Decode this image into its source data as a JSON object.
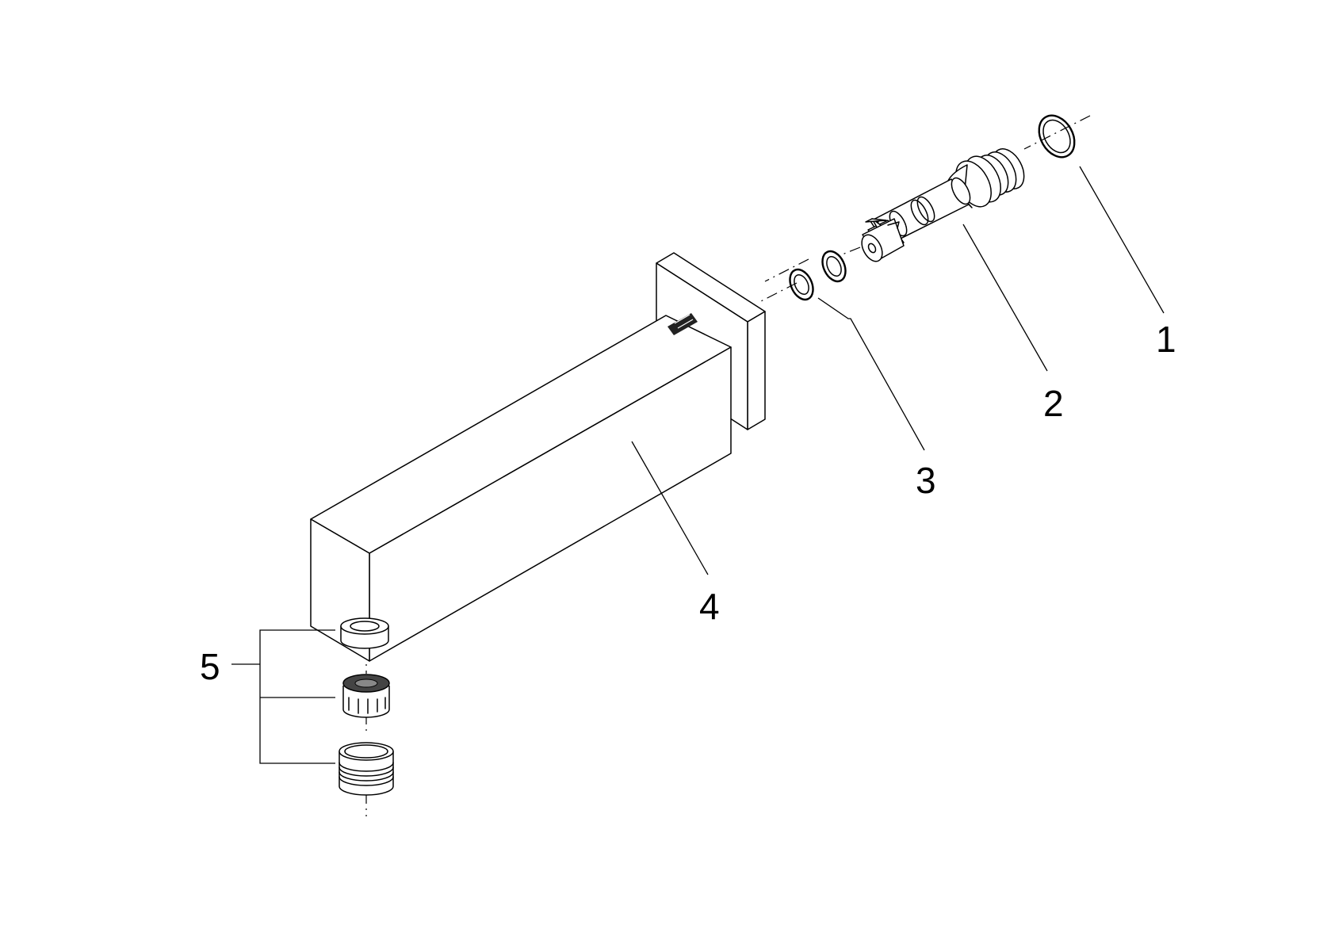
{
  "diagram": {
    "type": "exploded-parts-view",
    "callouts": [
      {
        "id": "1",
        "text": "1"
      },
      {
        "id": "2",
        "text": "2"
      },
      {
        "id": "3",
        "text": "3"
      },
      {
        "id": "4",
        "text": "4"
      },
      {
        "id": "5",
        "text": "5"
      }
    ],
    "parts": [
      {
        "callout": "1",
        "icon": "o-ring-icon"
      },
      {
        "callout": "2",
        "icon": "connection-pipe-icon"
      },
      {
        "callout": "3",
        "icon": "washer-pair-icon"
      },
      {
        "callout": "4",
        "icon": "spout-icon"
      },
      {
        "callout": "5",
        "icon": "aerator-set-icon"
      }
    ]
  }
}
